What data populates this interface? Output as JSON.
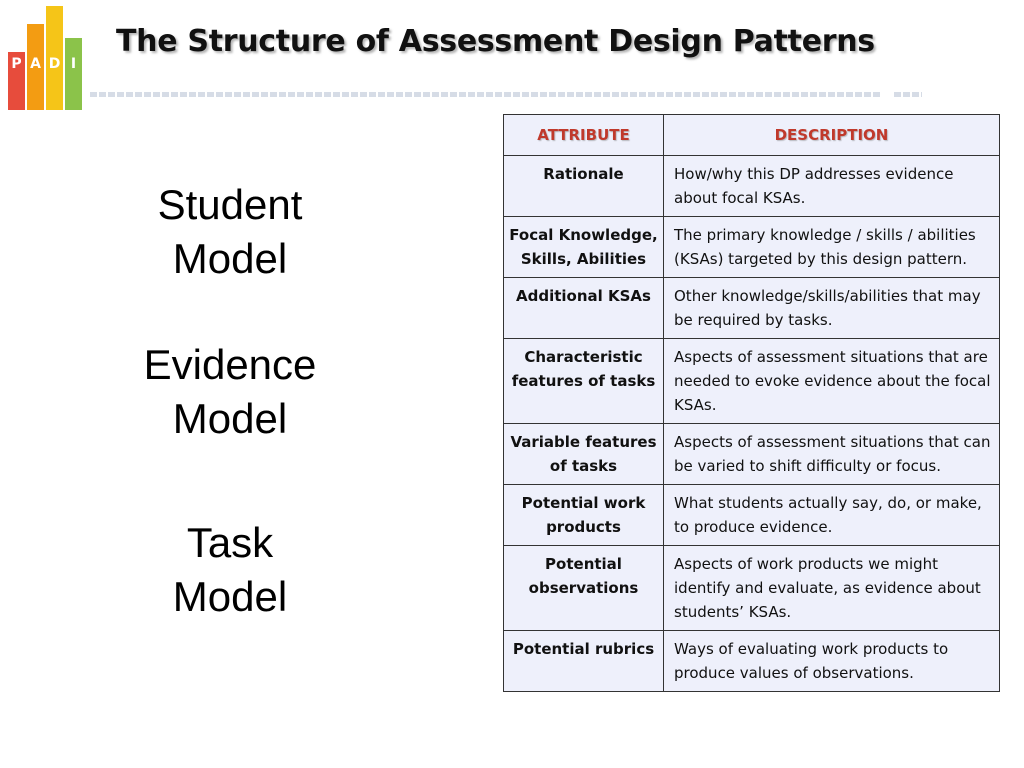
{
  "logo": {
    "letters": [
      "P",
      "A",
      "D",
      "I"
    ],
    "colors": [
      "#e74c3c",
      "#f39c12",
      "#f1c40f",
      "#8bc34a"
    ]
  },
  "title": "The Structure of Assessment Design Patterns",
  "models": [
    {
      "line1": "Student",
      "line2": "Model"
    },
    {
      "line1": "Evidence",
      "line2": "Model"
    },
    {
      "line1": "Task",
      "line2": "Model"
    }
  ],
  "table": {
    "header": {
      "attribute": "ATTRIBUTE",
      "description": "DESCRIPTION"
    },
    "header_color": "#c0392b",
    "rows": [
      {
        "attribute": "Rationale",
        "description": "How/why this DP addresses evidence about focal KSAs."
      },
      {
        "attribute": "Focal Knowledge, Skills, Abilities",
        "description": "The primary knowledge / skills / abilities (KSAs) targeted by this design pattern."
      },
      {
        "attribute": "Additional KSAs",
        "description": "Other knowledge/skills/abilities that may be required by tasks."
      },
      {
        "attribute": "Characteristic features of tasks",
        "description": "Aspects of assessment situations that are needed to evoke evidence about the focal KSAs."
      },
      {
        "attribute": "Variable features of tasks",
        "description": "Aspects of assessment situations that can be varied to shift difficulty or focus."
      },
      {
        "attribute": "Potential work products",
        "description": "What students actually say, do, or make, to produce evidence."
      },
      {
        "attribute": "Potential observations",
        "description": "Aspects of work products we might identify and evaluate, as evidence about students’ KSAs."
      },
      {
        "attribute": "Potential rubrics",
        "description": "Ways of evaluating work products to produce values of observations."
      }
    ]
  }
}
